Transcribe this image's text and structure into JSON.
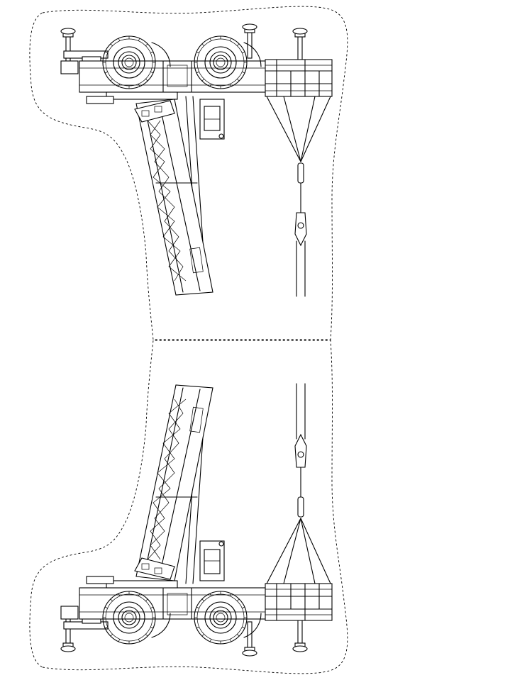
{
  "figure": {
    "subject": "crane-cutout",
    "line_color": "#000000",
    "background_color": "#ffffff",
    "cut_line_style": "dashed",
    "copies": 2,
    "mirror": "vertical"
  }
}
